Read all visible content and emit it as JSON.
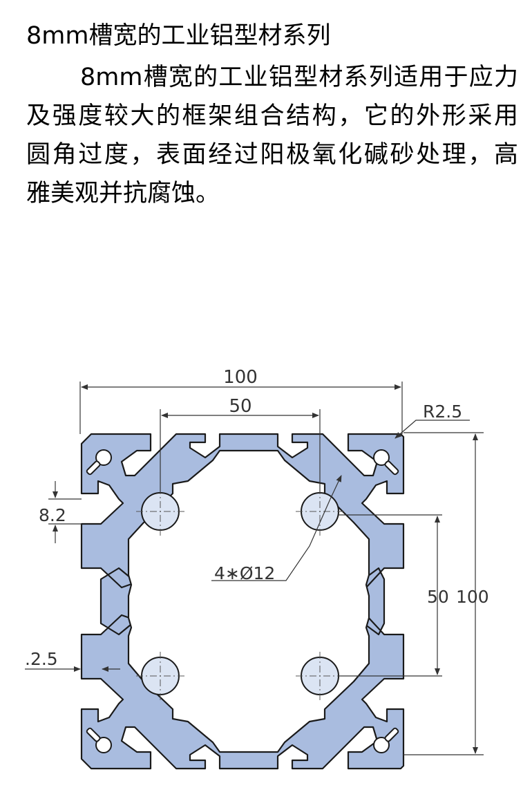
{
  "title": "8mm槽宽的工业铝型材系列",
  "description_lines": [
    "8mm槽宽的工业铝型材系列适用于应力",
    "及强度较大的框架组合结构，它的外形采用",
    "圆角过度，表面经过阳极氧化碱砂处理，高",
    "雅美观并抗腐蚀。"
  ],
  "dimensions": {
    "width_overall": "100",
    "width_center": "50",
    "corner_radius": "R2.5",
    "slot_width": "8.2",
    "holes": "4∗Ø12",
    "height_center": "50",
    "height_overall": "100",
    "wall": ".2.5"
  },
  "colors": {
    "profile_fill": "#a9bcdf",
    "profile_stroke": "#1a1a1a",
    "dimension_line": "#333333"
  }
}
